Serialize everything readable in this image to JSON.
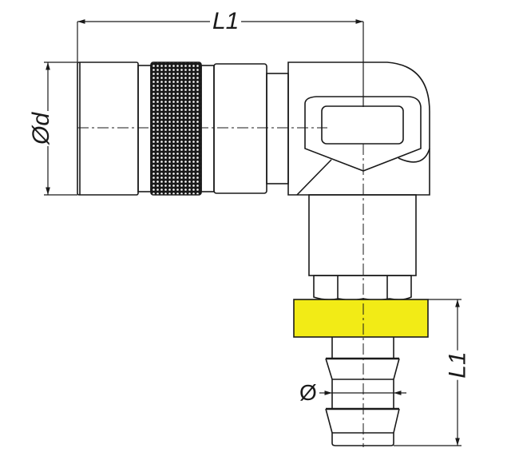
{
  "drawing": {
    "title": "Elbow quick coupling with hose barb",
    "colors": {
      "line": "#1a1a1a",
      "ring": "#F2EB16",
      "background": "#ffffff"
    },
    "dimensions": {
      "top_length": "L1",
      "body_diameter": "Ød",
      "barb_length": "L1",
      "barb_diameter": "Ø"
    },
    "parts": [
      "knurled-sleeve-body",
      "elbow-block",
      "stem",
      "hex-nut",
      "color-ring",
      "hose-barb"
    ]
  }
}
